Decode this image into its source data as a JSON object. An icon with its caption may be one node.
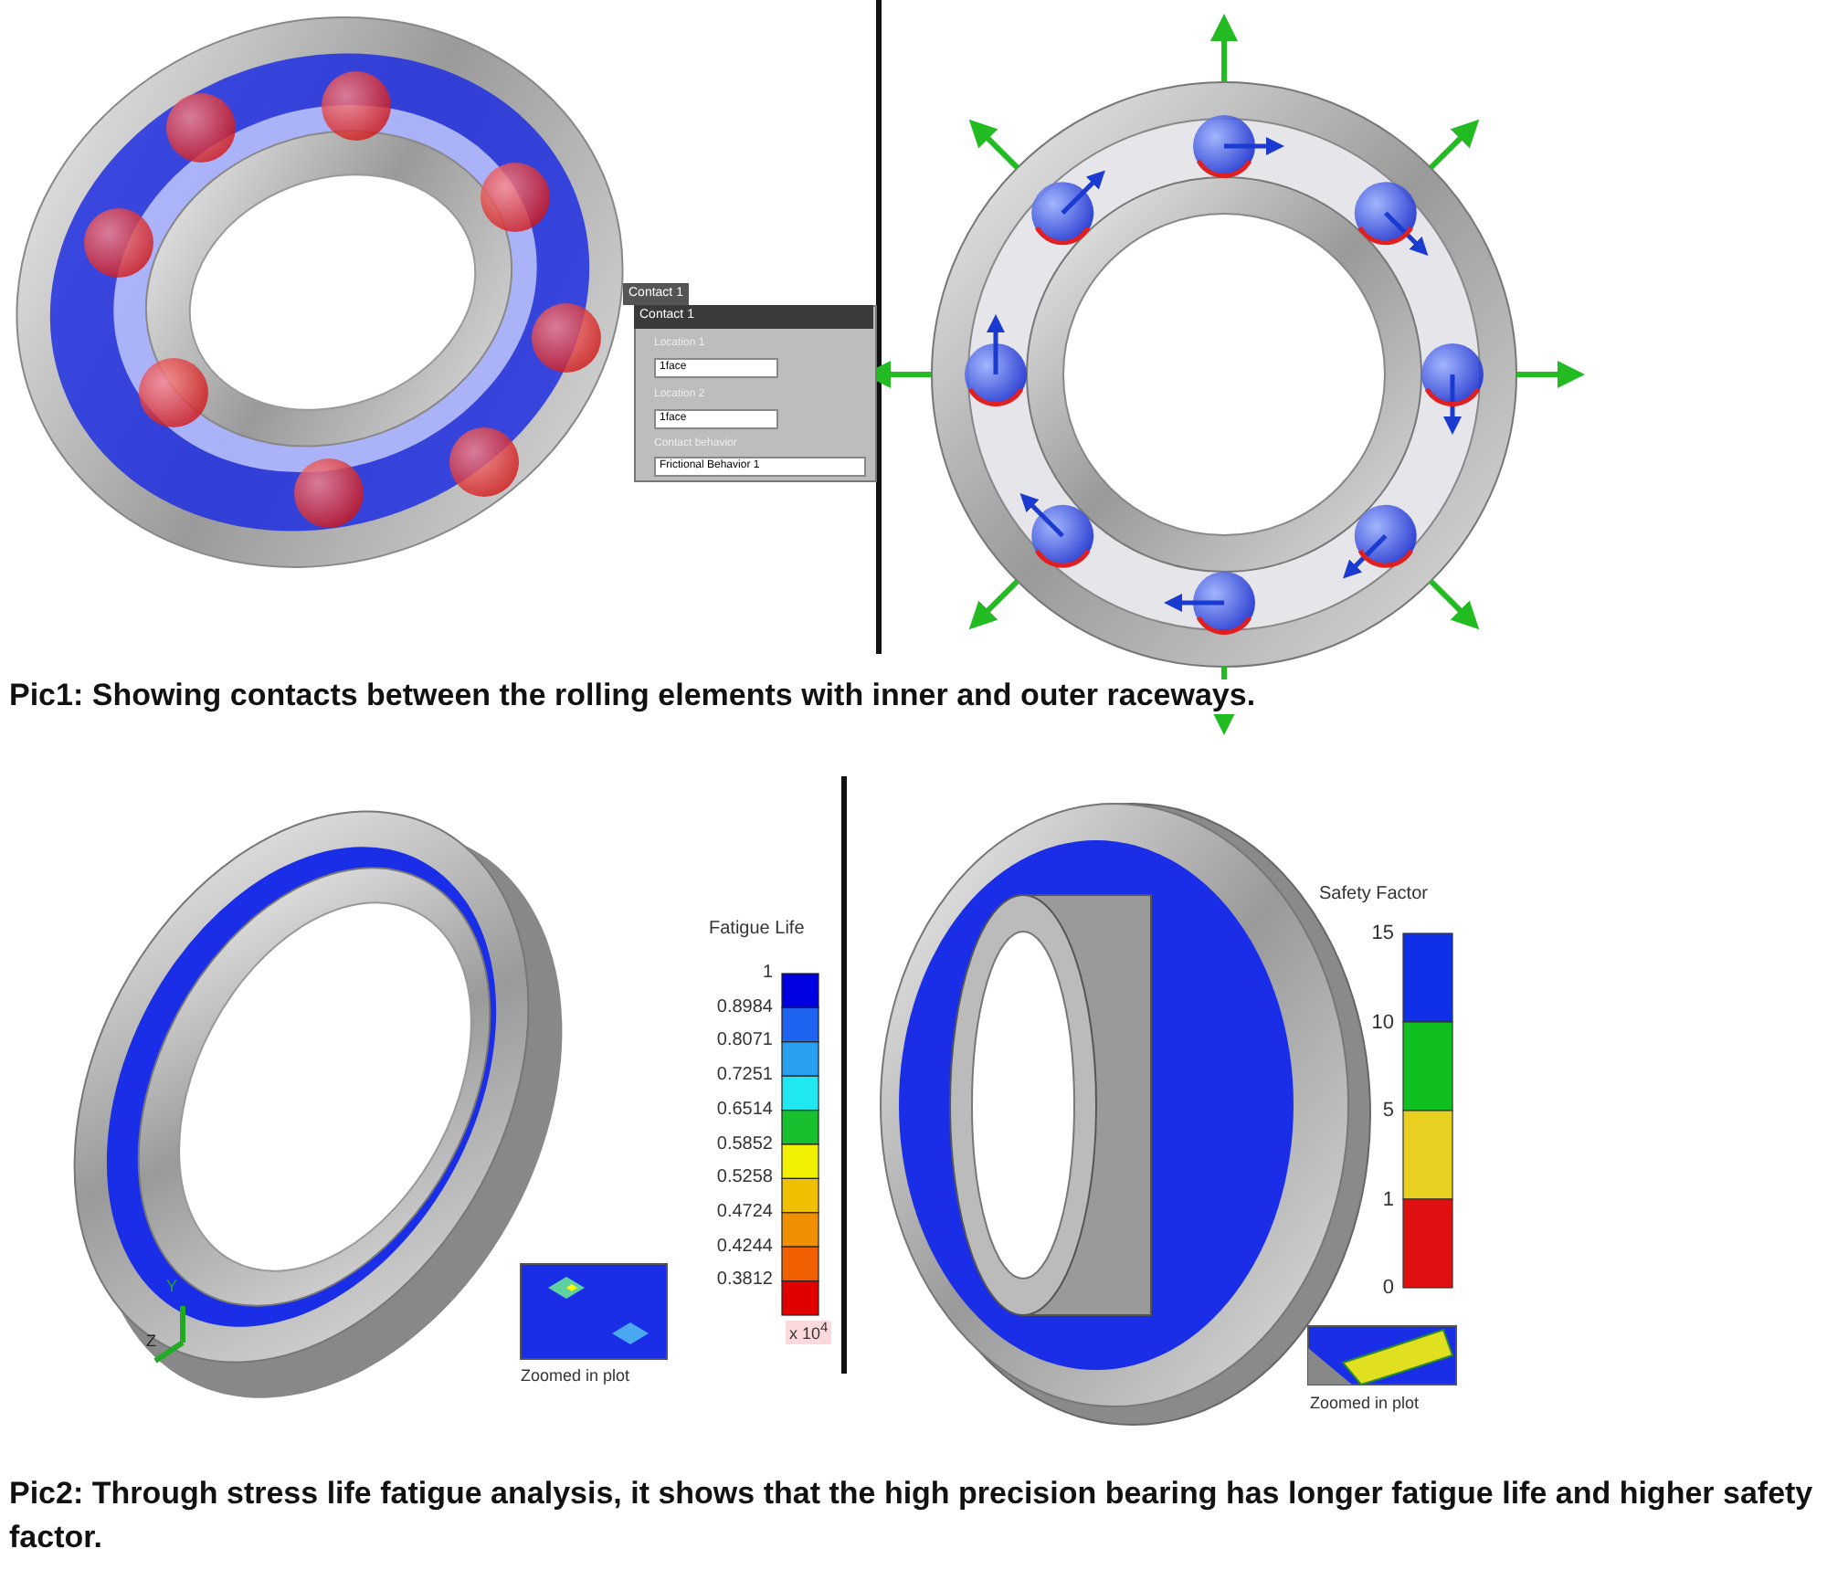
{
  "diagram": {
    "labels": [
      "Contact 1",
      "Contact 1",
      "Location 1",
      "1face",
      "Location 2",
      "1face",
      "Contact behavior",
      "Frictional Behavior 1",
      "Pic1: Showing contacts between the rolling elements with inner and outer raceways.",
      "Fatigue Life",
      "1",
      "0.8984",
      "0.8071",
      "0.7251",
      "0.6514",
      "0.5852",
      "0.5258",
      "0.4724",
      "0.4244",
      "0.3812",
      "x 10$^{4}$",
      "Y",
      "Z",
      "Zoomed in plot",
      "Safety Factor",
      "15",
      "10",
      "5",
      "1",
      "0",
      "Zoomed in plot",
      "Pic2: Through stress life fatigue analysis, it shows that the high precision bearing has longer fatigue life and higher safety factor."
    ]
  }
}
